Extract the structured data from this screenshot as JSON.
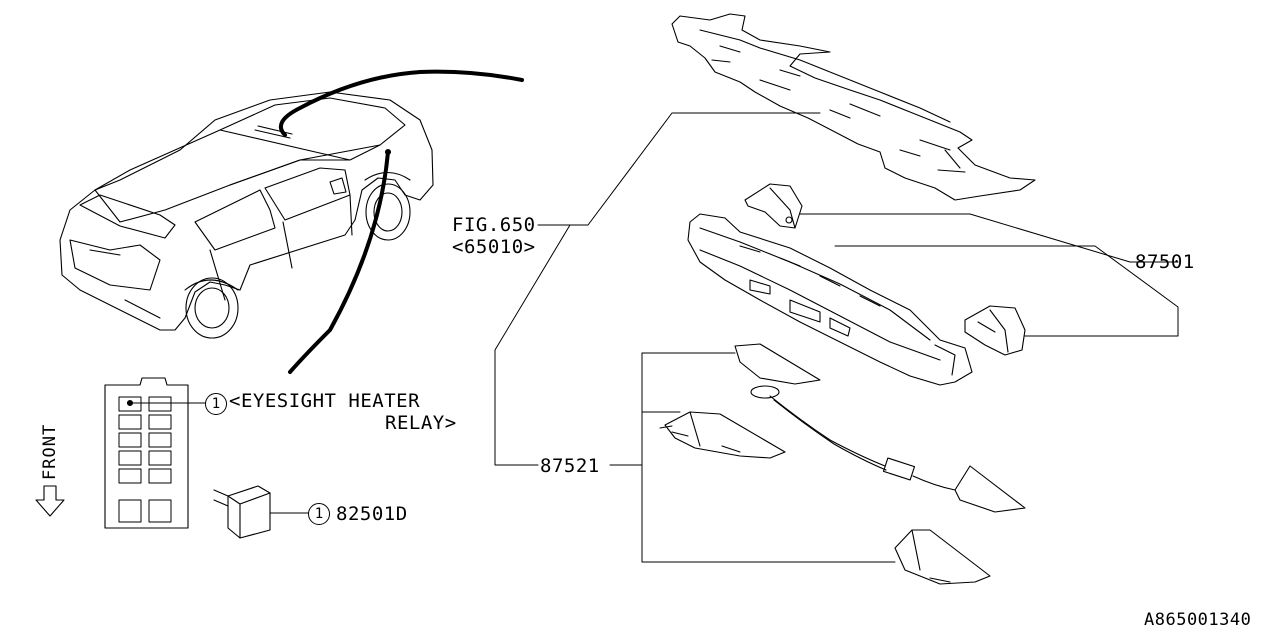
{
  "labels": {
    "fig_ref": "FIG.650",
    "fig_sub": "<65010>",
    "part_87501": "87501",
    "part_87521": "87521",
    "relay_num": "1",
    "relay_title": "<EYESIGHT HEATER",
    "relay_title2": "RELAY>",
    "relay_part_num": "1",
    "relay_part": "82501D",
    "front": "FRONT",
    "drawing_id": "A865001340"
  },
  "colors": {
    "line": "#000000",
    "background": "#ffffff"
  },
  "icons": {
    "front_arrow": "down-arrow-icon"
  }
}
